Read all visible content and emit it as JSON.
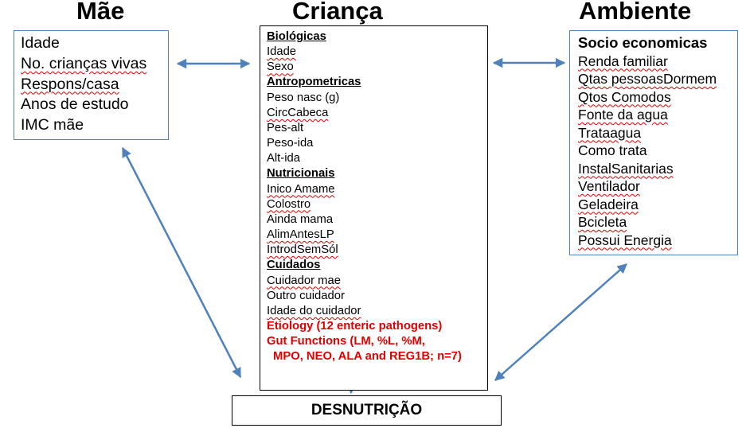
{
  "headings": {
    "mae": "Mãe",
    "crianca": "Criança",
    "ambiente": "Ambiente"
  },
  "mae_box": {
    "items": [
      "Idade",
      "No. crianças vivas",
      "Respons/casa",
      "Anos de estudo",
      "IMC mãe"
    ]
  },
  "crianca_box": {
    "biologicas": {
      "title": "Biológicas",
      "items": [
        "Idade",
        "Sexo"
      ]
    },
    "antropometricas": {
      "title": "Antropometricas",
      "items": [
        "Peso nasc (g)",
        "CircCabeca",
        "Pes-alt",
        "Peso-ida",
        "Alt-ida"
      ]
    },
    "nutricionais": {
      "title": "Nutricionais",
      "items": [
        "Inico Amame",
        "Colostro",
        "Ainda mama",
        "AlimAntesLP",
        "IntrodSemSól"
      ]
    },
    "cuidados": {
      "title": "Cuidados",
      "items": [
        "Cuidador mae",
        "Outro cuidador",
        "Idade do cuidador"
      ]
    },
    "etiology": "Etiology (12 enteric pathogens)",
    "gut_line1": "Gut Functions (LM, %L, %M,",
    "gut_line2": "MPO, NEO, ALA and REG1B; n=7)"
  },
  "ambiente_box": {
    "title": "Socio economicas",
    "items": [
      "Renda familiar",
      "Qtas pessoasDormem",
      "Qtos Comodos",
      "Fonte da agua",
      "Trataagua",
      "Como trata",
      "InstalSanitarias",
      "Ventilador",
      "Geladeira",
      "Bcicleta",
      "Possui Energia"
    ]
  },
  "outcome": {
    "label": "DESNUTRIÇÃO"
  },
  "colors": {
    "arrow": "#4f81bd",
    "box_border": "#4f81bd",
    "red_text": "#e00000"
  }
}
